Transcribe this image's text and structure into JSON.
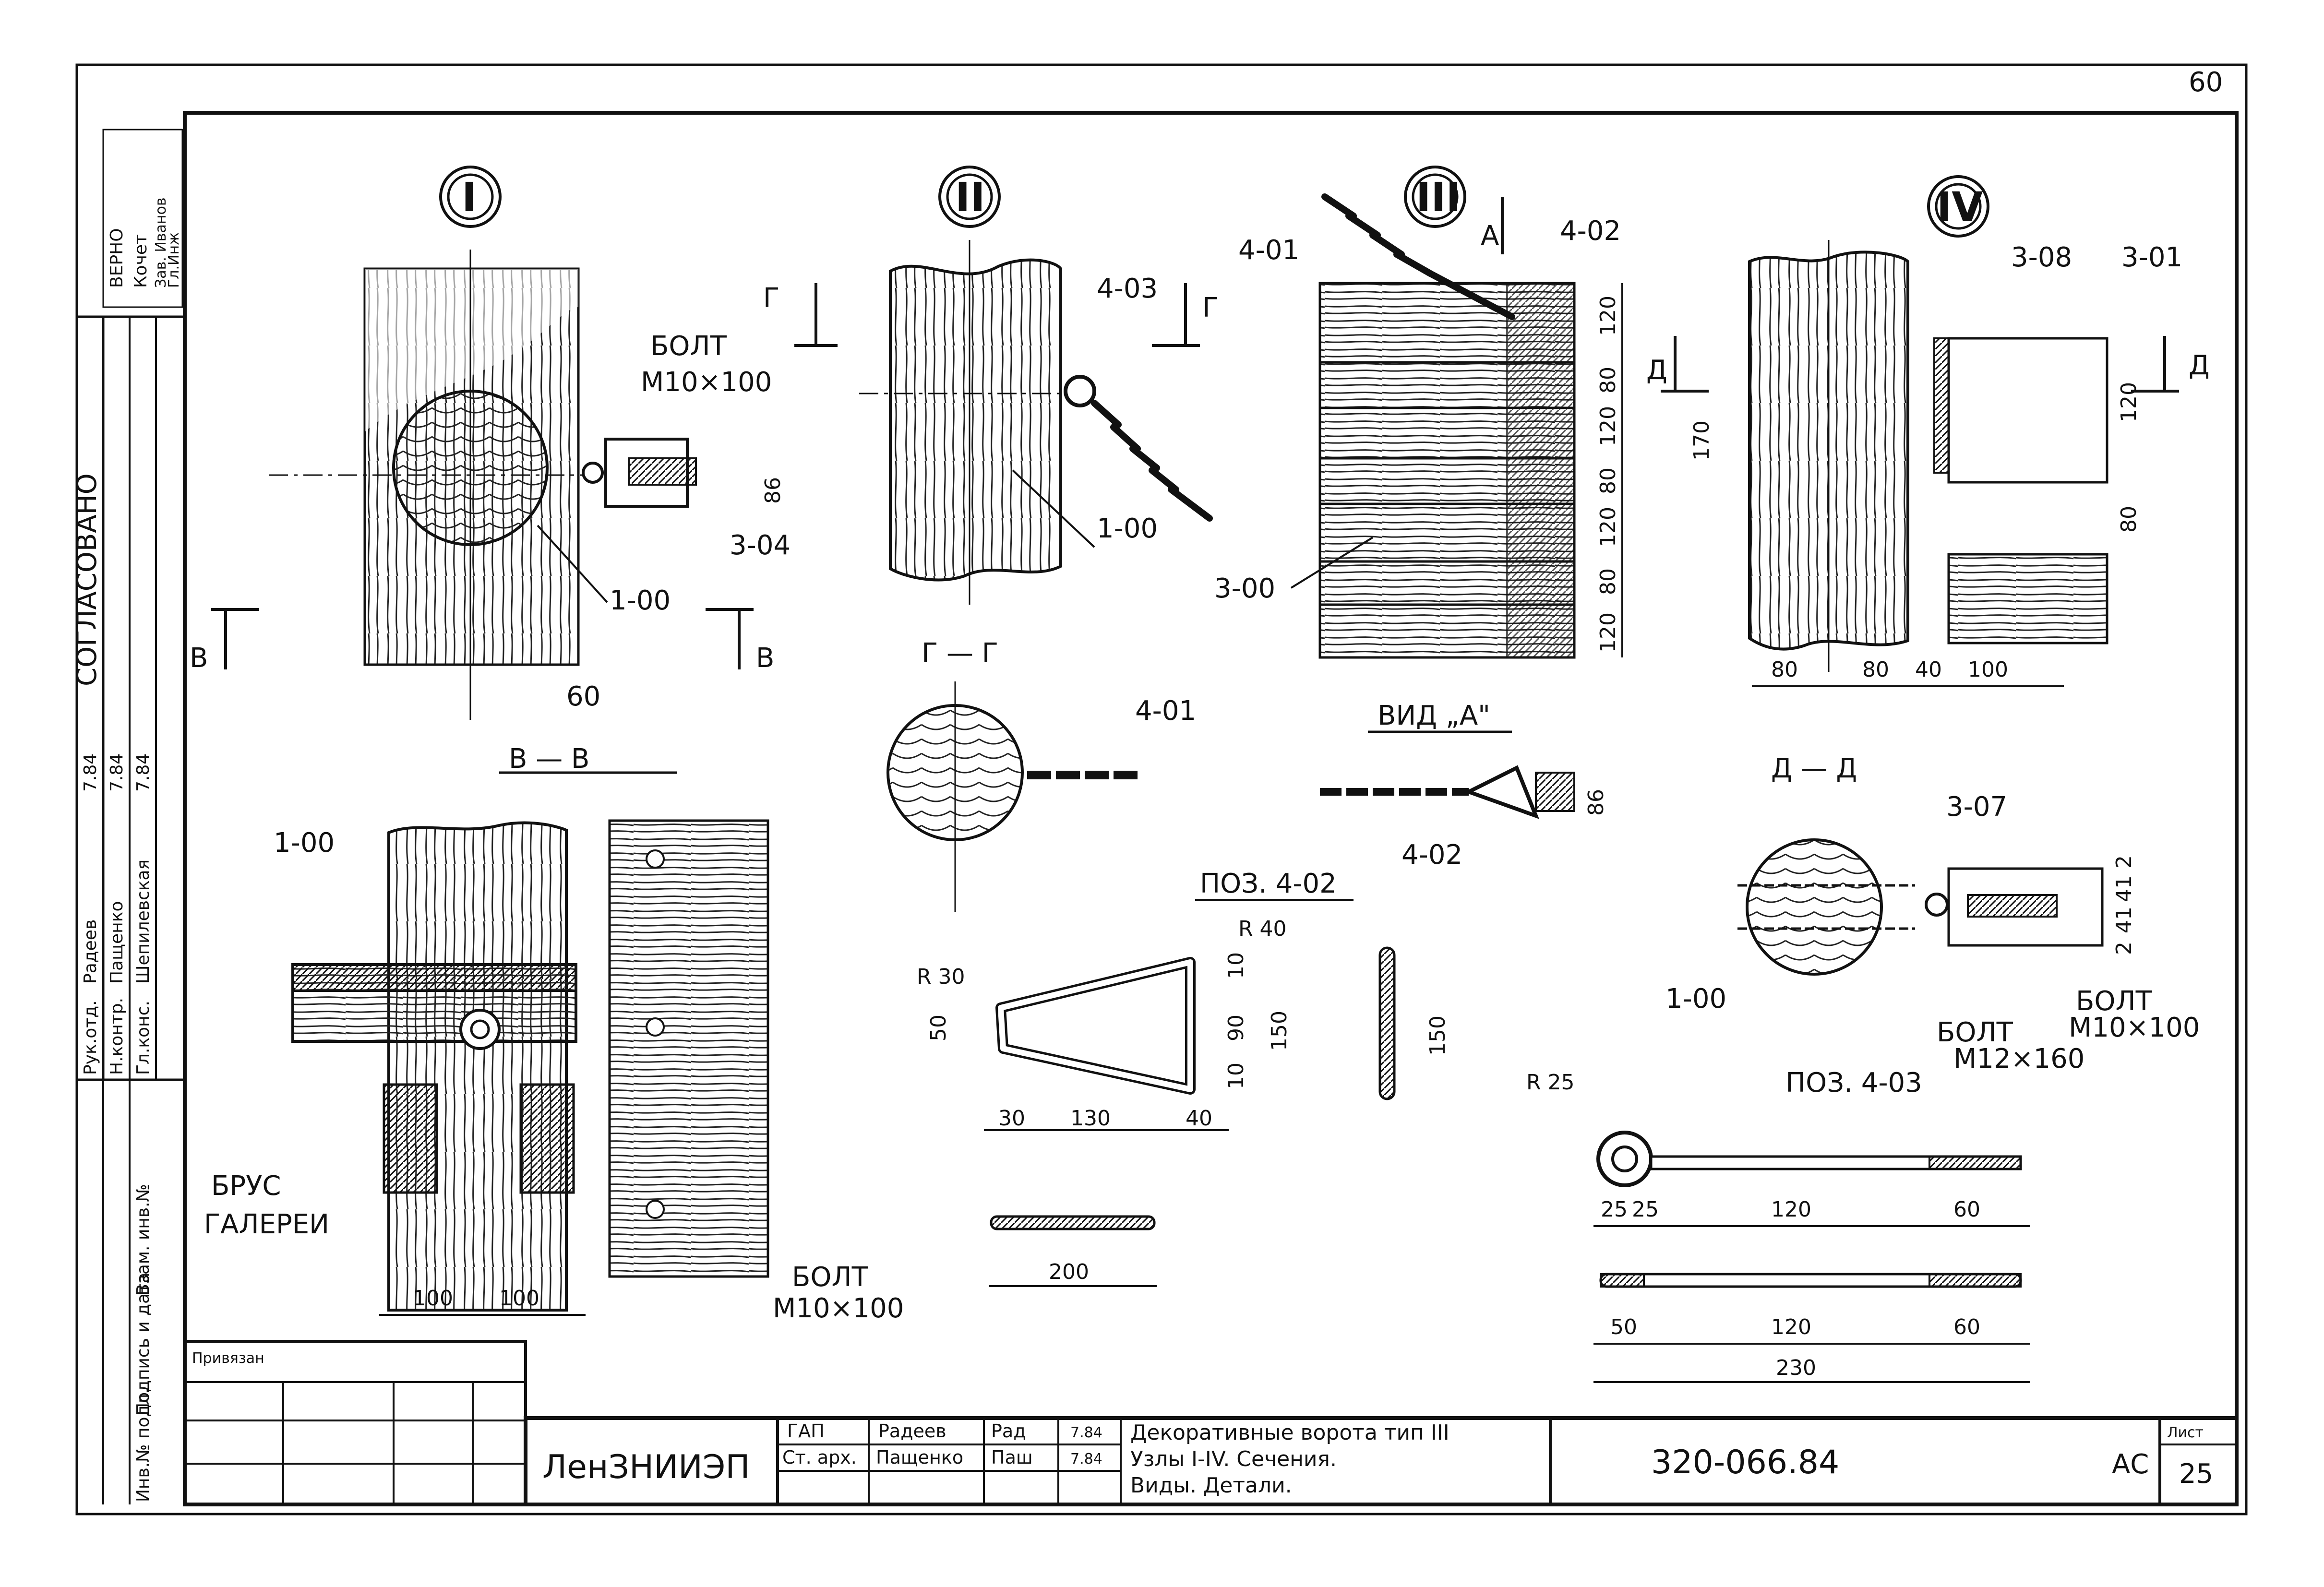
{
  "sheet": {
    "page_number": "60",
    "approval_header": "СОГЛАСОВАНО",
    "corner_notes": [
      "ВЕРНО",
      "Кочет",
      "Зав. Иванов",
      "Гл.Инж"
    ]
  },
  "left_strip": {
    "roles": [
      {
        "role": "Рук.отд.",
        "name": "Радеев",
        "date": "7.84"
      },
      {
        "role": "Н.контр.",
        "name": "Пащенко",
        "date": "7.84"
      },
      {
        "role": "Гл.конс.",
        "name": "Шепилевская",
        "date": "7.84"
      }
    ],
    "fields": [
      "Взам. инв.№",
      "Подпись и дата",
      "Инв.№ подл."
    ]
  },
  "nodes": {
    "n1": "I",
    "n2": "II",
    "n3": "III",
    "n4": "IV"
  },
  "labels": {
    "bolt_word": "БОЛТ",
    "bolt_m10": "М10×100",
    "bolt_m12": "М12×160",
    "p_100": "1-00",
    "p_300": "3-00",
    "p_304": "3-04",
    "p_307": "3-07",
    "p_308": "3-08",
    "p_301": "3-01",
    "p_401": "4-01",
    "p_402": "4-02",
    "p_403": "4-03",
    "sec_v": "В",
    "sec_vv": "В — В",
    "sec_g": "Г",
    "sec_gg": "Г — Г",
    "sec_d": "Д",
    "sec_dd": "Д — Д",
    "view_a": "ВИД „А\"",
    "a_mark": "А",
    "pos_402": "ПОЗ. 4-02",
    "pos_403": "ПОЗ. 4-03",
    "brus_1": "БРУС",
    "brus_2": "ГАЛЕРЕИ",
    "r30": "R 30",
    "r40": "R 40",
    "r25": "R 25"
  },
  "dims": {
    "d60": "60",
    "d86": "86",
    "d120": "120",
    "d80": "80",
    "d170": "170",
    "d100": "100",
    "d40": "40",
    "d50": "50",
    "d90": "90",
    "d150": "150",
    "d10": "10",
    "d30": "30",
    "d130": "130",
    "d200": "200",
    "d25": "25",
    "d230": "230",
    "d2": "2",
    "d41": "41"
  },
  "title_block": {
    "privyazan": "Привязан",
    "org": "ЛенЗНИИЭП",
    "gap_role": "ГАП",
    "gap_name": "Радеев",
    "arch_role": "Ст. арх.",
    "arch_name": "Пащенко",
    "sign1": "Рад",
    "sign2": "Паш",
    "date1": "7.84",
    "date2": "7.84",
    "title_line1": "Декоративные ворота тип III",
    "title_line2": "Узлы I-IV. Сечения.",
    "title_line3": "Виды. Детали.",
    "code": "320-066.84",
    "stage": "АС",
    "sheet_label": "Лист",
    "sheet_no": "25"
  }
}
